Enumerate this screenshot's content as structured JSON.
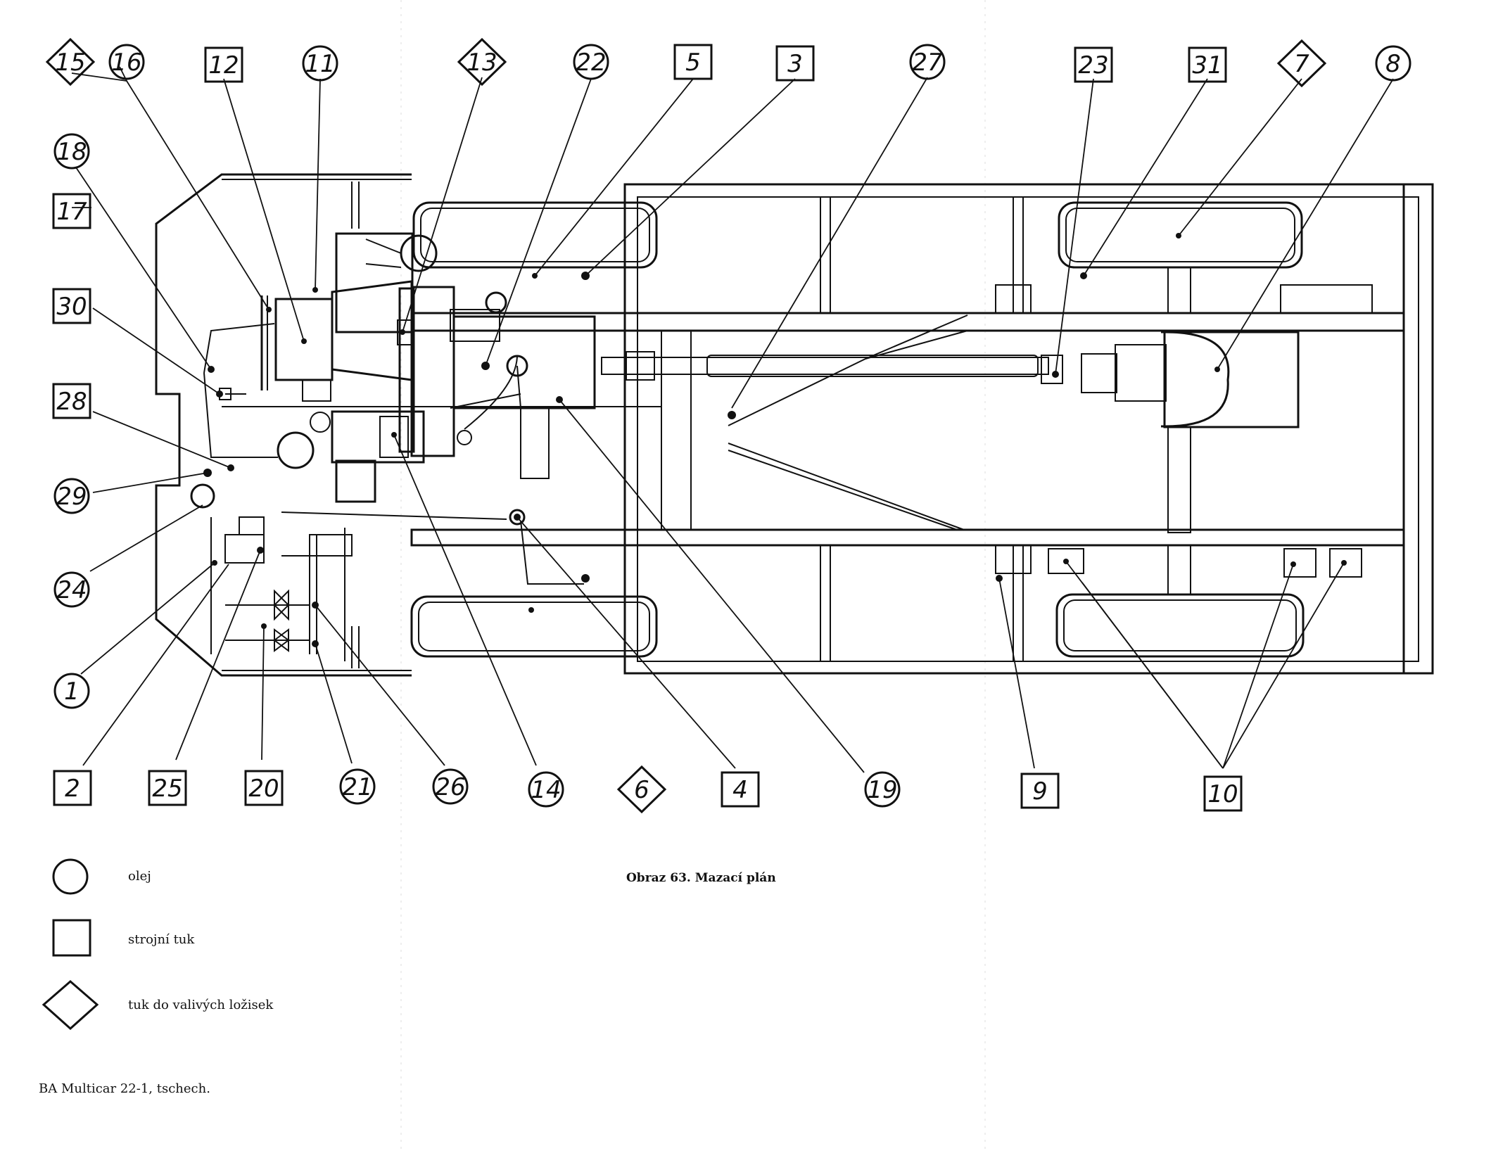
{
  "callouts": [
    {
      "id": "15",
      "shape": "diamond"
    },
    {
      "id": "16",
      "shape": "circle"
    },
    {
      "id": "12",
      "shape": "square"
    },
    {
      "id": "11",
      "shape": "circle"
    },
    {
      "id": "13",
      "shape": "diamond"
    },
    {
      "id": "22",
      "shape": "circle"
    },
    {
      "id": "5",
      "shape": "square"
    },
    {
      "id": "3",
      "shape": "square"
    },
    {
      "id": "27",
      "shape": "circle"
    },
    {
      "id": "23",
      "shape": "square"
    },
    {
      "id": "31",
      "shape": "square"
    },
    {
      "id": "7",
      "shape": "diamond"
    },
    {
      "id": "8",
      "shape": "circle"
    },
    {
      "id": "18",
      "shape": "circle"
    },
    {
      "id": "17",
      "shape": "square"
    },
    {
      "id": "30",
      "shape": "square"
    },
    {
      "id": "28",
      "shape": "square"
    },
    {
      "id": "29",
      "shape": "circle"
    },
    {
      "id": "24",
      "shape": "circle"
    },
    {
      "id": "1",
      "shape": "circle"
    },
    {
      "id": "2",
      "shape": "square"
    },
    {
      "id": "25",
      "shape": "square"
    },
    {
      "id": "20",
      "shape": "square"
    },
    {
      "id": "21",
      "shape": "circle"
    },
    {
      "id": "26",
      "shape": "circle"
    },
    {
      "id": "14",
      "shape": "circle"
    },
    {
      "id": "6",
      "shape": "diamond"
    },
    {
      "id": "4",
      "shape": "square"
    },
    {
      "id": "19",
      "shape": "circle"
    },
    {
      "id": "9",
      "shape": "square"
    },
    {
      "id": "10",
      "shape": "square"
    }
  ],
  "caption": "Obraz 63. Mazací plán",
  "legend": [
    {
      "shape": "circle",
      "label": "olej"
    },
    {
      "shape": "square",
      "label": "strojní tuk"
    },
    {
      "shape": "diamond",
      "label": "tuk do valivých ložisek"
    }
  ],
  "footer": "BA Multicar 22-1, tschech."
}
